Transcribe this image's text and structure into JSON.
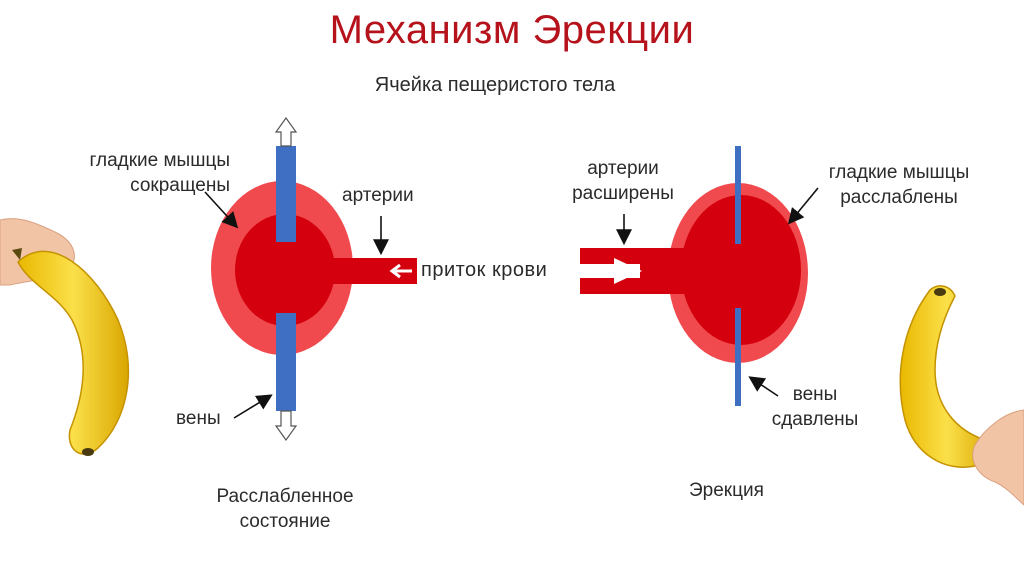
{
  "title": "Механизм Эрекции",
  "subtitle": "Ячейка пещеристого тела",
  "colors": {
    "title": "#b5121b",
    "outer_cell": "#f04a4f",
    "inner_cell": "#d4000d",
    "vein": "#3f6fc2",
    "banana": "#f7d21a"
  },
  "left_panel": {
    "smooth_muscle": [
      "гладкие мышцы",
      "сокращены"
    ],
    "arteries": "артерии",
    "veins": "вены",
    "state": [
      "Расслабленное",
      "состояние"
    ]
  },
  "center": {
    "blood_flow": "приток крови"
  },
  "right_panel": {
    "arteries": [
      "артерии",
      "расширены"
    ],
    "smooth_muscle": [
      "гладкие мышцы",
      "расслаблены"
    ],
    "veins": [
      "вены",
      "сдавлены"
    ],
    "state": "Эрекция"
  },
  "illustrations": [
    "banana-left",
    "banana-right"
  ]
}
